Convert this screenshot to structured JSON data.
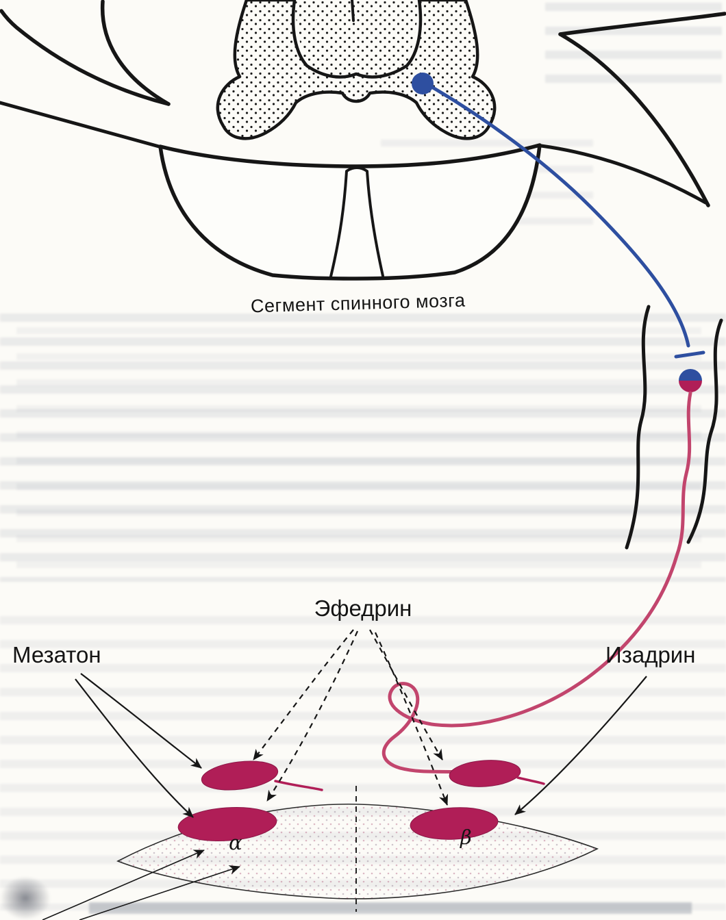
{
  "diagram": {
    "caption_spinal_segment": "Сегмент спинного мозга",
    "drug_labels": {
      "ephedrine": "Эфедрин",
      "mezaton": "Мезатон",
      "izadrin": "Изадрин"
    },
    "receptor_labels": {
      "alpha": "α",
      "beta": "β"
    },
    "colors": {
      "preganglionic_fiber_blue": "#2e4fa0",
      "postganglionic_fiber_red": "#c2456d",
      "receptor_crimson": "#b01e57",
      "ganglion_top_blue": "#2e4fa0",
      "ganglion_bottom_red": "#b01e57",
      "ink_black": "#161616"
    }
  }
}
